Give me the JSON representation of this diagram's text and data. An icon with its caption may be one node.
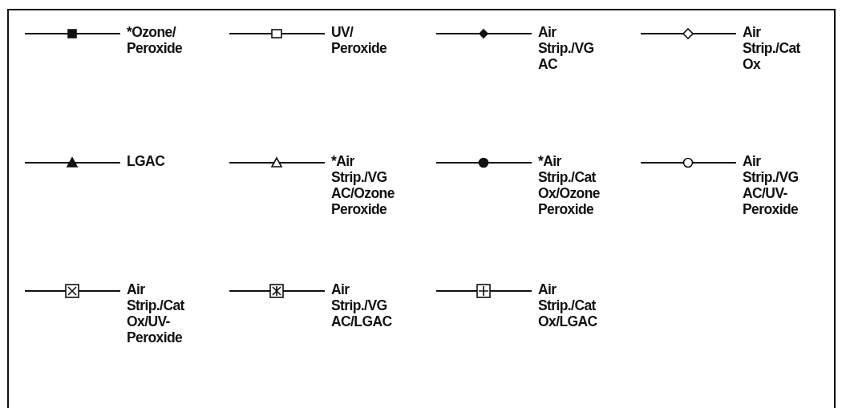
{
  "diagram": {
    "legend": [
      {
        "text": "*Ozone/ Peroxide"
      },
      {
        "text": "UV/ Peroxide"
      },
      {
        "text": "Air Strip./VG AC"
      },
      {
        "text": "Air Strip./Cat Ox"
      },
      {
        "text": "LGAC"
      },
      {
        "text": "*Air Strip./VG AC/Ozone Peroxide"
      },
      {
        "text": "*Air Strip./Cat Ox/Ozone Peroxide"
      },
      {
        "text": "Air Strip./VG AC/UV- Peroxide"
      },
      {
        "text": "Air Strip./Cat Ox/UV- Peroxide"
      },
      {
        "text": "Air Strip./VG AC/LGAC"
      },
      {
        "text": "Air Strip./Cat Ox/LGAC"
      }
    ]
  }
}
